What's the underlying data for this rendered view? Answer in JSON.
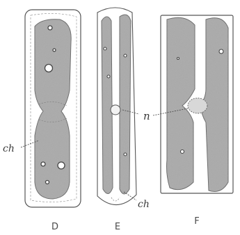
{
  "figure": {
    "captions": {
      "d": "D",
      "e": "E",
      "f": "F"
    },
    "annotations": {
      "ch_left": "ch",
      "ch_right": "ch",
      "n": "n"
    },
    "colors": {
      "ink": "#3a3a3a",
      "chloroplast": "#a9a9a9",
      "chloroplast_dark": "#8e8e8e",
      "background": "#ffffff"
    }
  }
}
